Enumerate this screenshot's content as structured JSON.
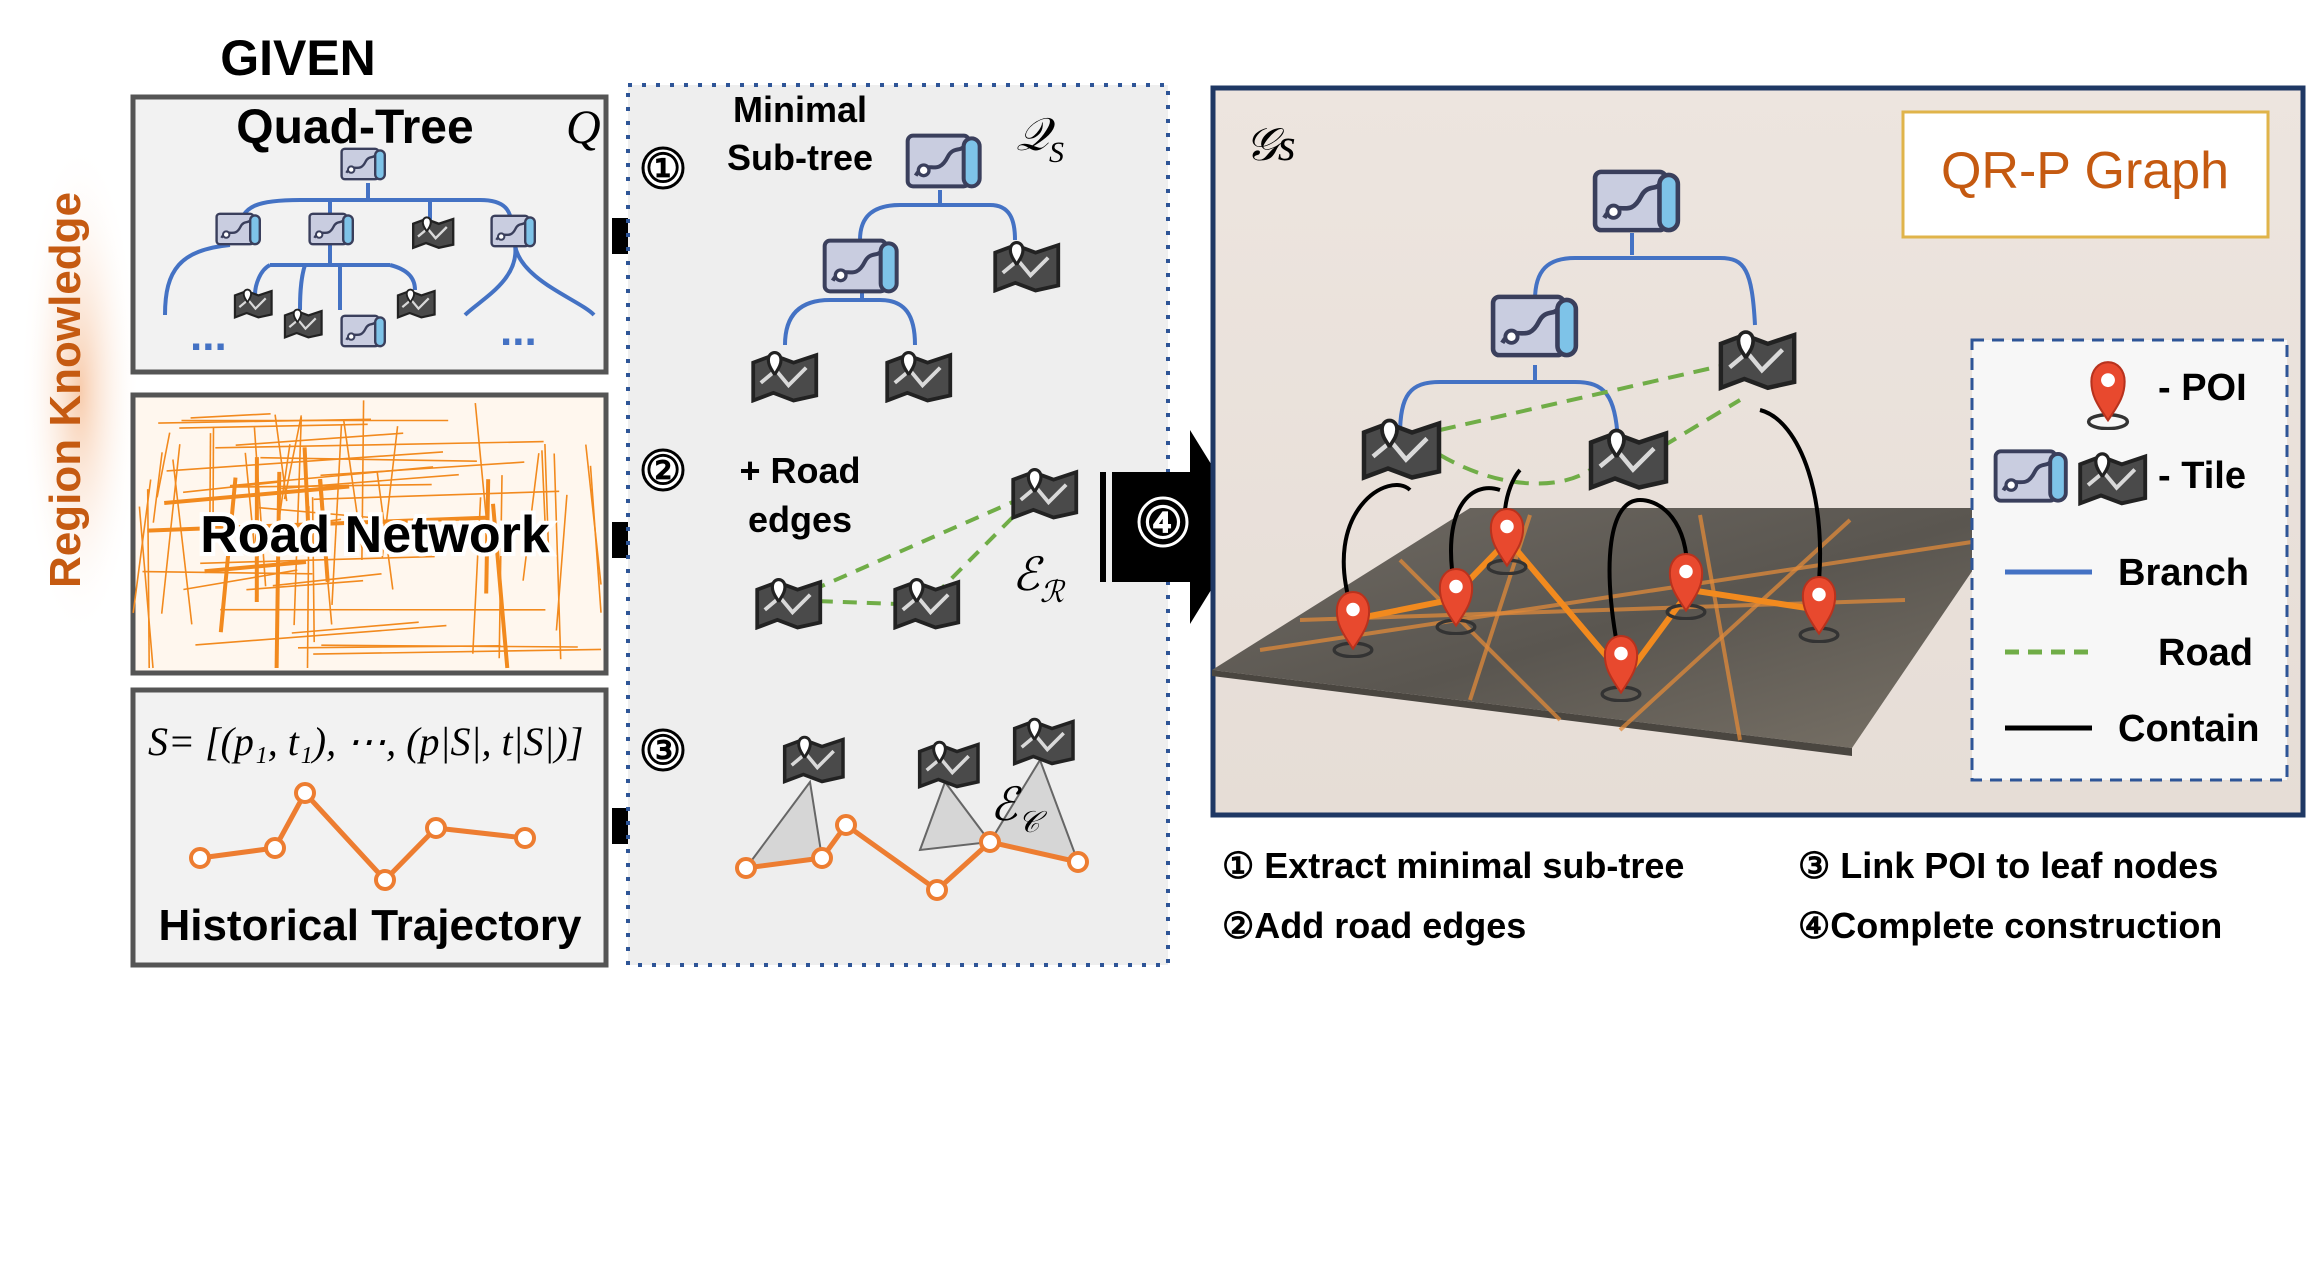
{
  "side_label": "Region Knowledge",
  "given_title": "GIVEN",
  "panels": {
    "quad_tree": {
      "title": "Quad-Tree",
      "symbol": "Q",
      "ellipsis": "..."
    },
    "road_network": {
      "title": "Road Network"
    },
    "trajectory": {
      "title": "Historical Trajectory",
      "formula": "S= [(p₁, t₁), ⋯, (p|S|, t|S|)]"
    }
  },
  "steps": {
    "step1": {
      "badge": "①",
      "line1": "Minimal",
      "line2": "Sub-tree",
      "symbol": "Q_S"
    },
    "step2": {
      "badge": "②",
      "line1": "+ Road",
      "line2": "edges",
      "symbol": "ℰ_ℛ"
    },
    "step3": {
      "badge": "③",
      "symbol": "ℰ_C"
    },
    "step4": {
      "badge": "④"
    }
  },
  "graph_panel": {
    "symbol": "𝒢s",
    "title": "QR-P Graph"
  },
  "legend": {
    "poi": "- POI",
    "tile": "- Tile",
    "branch": "Branch",
    "road": "Road",
    "contain": "Contain"
  },
  "captions": {
    "c1": "① Extract minimal sub-tree",
    "c2": "②Add road edges",
    "c3": "③ Link POI to leaf nodes",
    "c4": "④Complete construction"
  },
  "colors": {
    "branch": "#4472c4",
    "road": "#70ad47",
    "contain": "#000000",
    "poi": "#e8492e",
    "accent_orange": "#ed7d31",
    "panel_border": "#1f3864",
    "title_orange": "#c55a11"
  }
}
